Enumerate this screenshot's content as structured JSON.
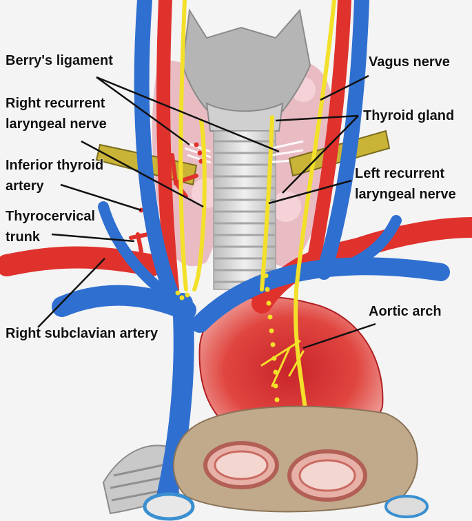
{
  "labels": {
    "berrys_ligament": "Berry's ligament",
    "right_recurrent_1": "Right recurrent",
    "right_recurrent_2": "laryngeal nerve",
    "inferior_thyroid_1": "Inferior thyroid",
    "inferior_thyroid_2": "artery",
    "thyrocervical_1": "Thyrocervical",
    "thyrocervical_2": "trunk",
    "right_subclavian": "Right subclavian artery",
    "vagus_nerve": "Vagus nerve",
    "thyroid_gland": "Thyroid gland",
    "left_recurrent_1": "Left recurrent",
    "left_recurrent_2": "laryngeal nerve",
    "aortic_arch": "Aortic arch"
  },
  "colors": {
    "vein": "#2f6fd0",
    "artery": "#e0322c",
    "nerve": "#f3e02a",
    "thyroid": "#e9b9c0",
    "trachea": "#d9d9d9",
    "cartilage": "#b8b8b8"
  }
}
